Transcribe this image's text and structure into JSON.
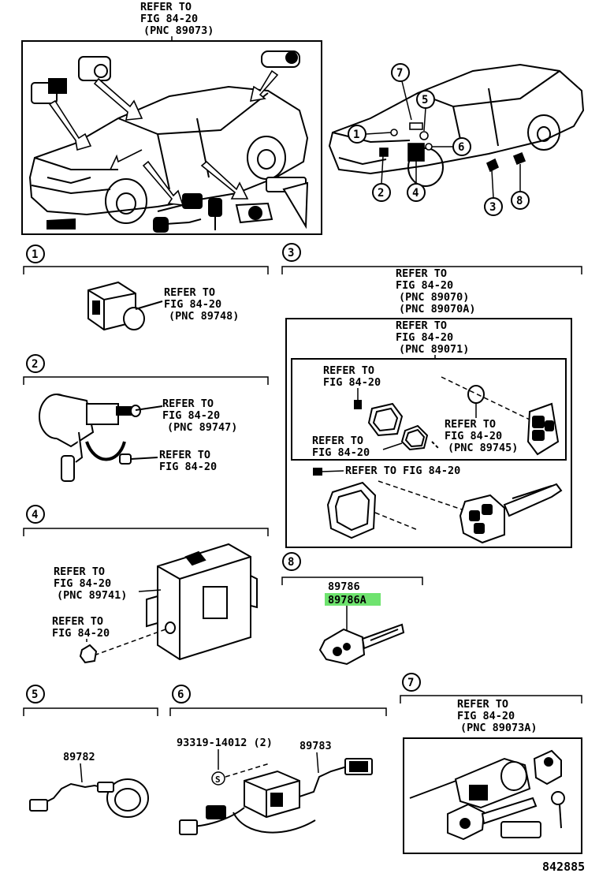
{
  "top_ref": [
    "REFER TO",
    "FIG 84-20",
    "(PNC 89073)"
  ],
  "callouts": [
    "1",
    "2",
    "3",
    "4",
    "5",
    "6",
    "7",
    "8"
  ],
  "sec1": {
    "num": "1",
    "ref": [
      "REFER TO",
      "FIG 84-20",
      "(PNC 89748)"
    ]
  },
  "sec2": {
    "num": "2",
    "ref_a": [
      "REFER TO",
      "FIG 84-20",
      "(PNC 89747)"
    ],
    "ref_b": [
      "REFER TO",
      "FIG 84-20"
    ]
  },
  "sec3": {
    "num": "3",
    "ref_outer": [
      "REFER TO",
      "FIG 84-20",
      "(PNC 89070)",
      "(PNC 89070A)"
    ],
    "ref_inner": [
      "REFER TO",
      "FIG 84-20",
      "(PNC 89071)"
    ],
    "ref_screw": [
      "REFER TO",
      "FIG 84-20"
    ],
    "ref_gasket": [
      "REFER TO",
      "FIG 84-20"
    ],
    "ref_battery": [
      "REFER TO",
      "FIG 84-20",
      "(PNC 89745)"
    ],
    "ref_key_screw": "REFER TO FIG 84-20"
  },
  "sec4": {
    "num": "4",
    "ref_a": [
      "REFER TO",
      "FIG 84-20",
      "(PNC 89741)"
    ],
    "ref_b": [
      "REFER TO",
      "FIG 84-20"
    ]
  },
  "sec5": {
    "num": "5",
    "part": "89782"
  },
  "sec6": {
    "num": "6",
    "bolt": "93319-14012 (2)",
    "part": "89783",
    "s_mark": "S"
  },
  "sec7": {
    "num": "7",
    "ref": [
      "REFER TO",
      "FIG 84-20",
      "(PNC 89073A)"
    ]
  },
  "sec8": {
    "num": "8",
    "part_a": "89786",
    "part_b": "89786A",
    "highlight": "#6fe36f"
  },
  "figure_id": "842885"
}
